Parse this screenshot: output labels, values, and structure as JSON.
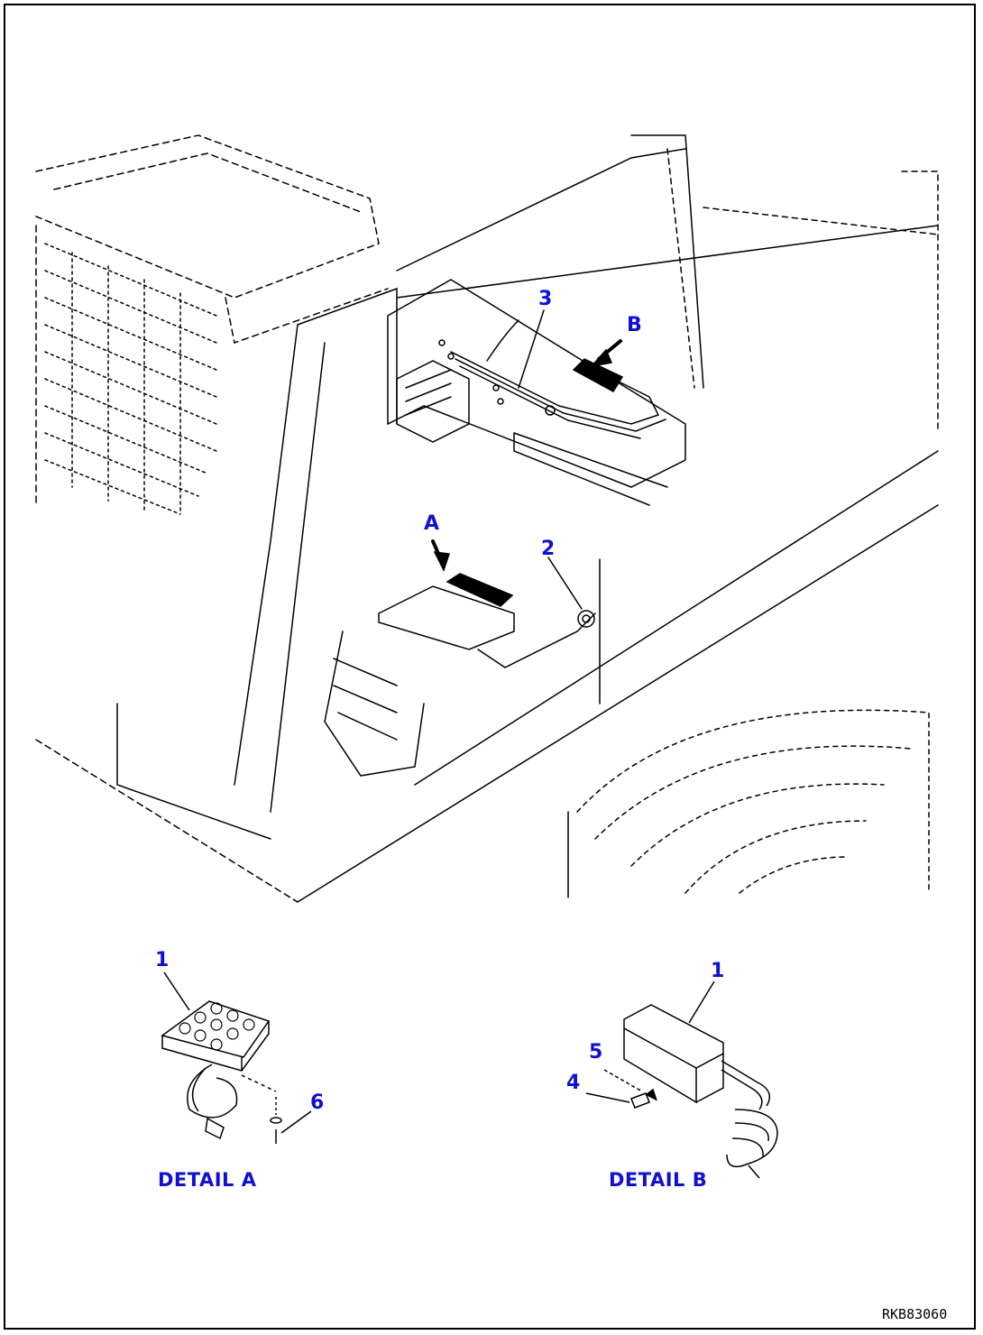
{
  "main_view": {
    "callouts": [
      {
        "id": "3",
        "text": "3"
      },
      {
        "id": "B",
        "text": "B"
      },
      {
        "id": "A",
        "text": "A"
      },
      {
        "id": "2",
        "text": "2"
      }
    ]
  },
  "detail_a": {
    "label": "DETAIL A",
    "callouts": [
      {
        "id": "1",
        "text": "1"
      },
      {
        "id": "6",
        "text": "6"
      }
    ]
  },
  "detail_b": {
    "label": "DETAIL B",
    "callouts": [
      {
        "id": "1",
        "text": "1"
      },
      {
        "id": "5",
        "text": "5"
      },
      {
        "id": "4",
        "text": "4"
      }
    ]
  },
  "drawing_code": "RKB83060",
  "colors": {
    "callout": "#1010d0",
    "linework": "#000000"
  }
}
